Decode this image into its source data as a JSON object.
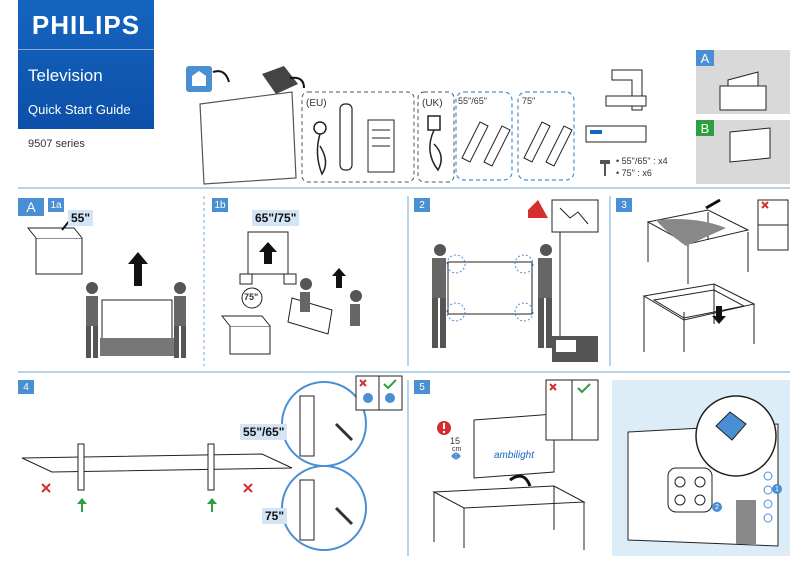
{
  "brand": {
    "logo": "PHILIPS",
    "product": "Television",
    "guide": "Quick Start Guide",
    "series": "9507 series"
  },
  "contents": {
    "region_eu": "(EU)",
    "region_uk": "(UK)",
    "stand_55_65": "55\"/65\"",
    "stand_75": "75\"",
    "screws_55_65": "• 55\"/65\" : x4",
    "screws_75": "• 75\" : x6"
  },
  "options": {
    "a": "A",
    "b": "B"
  },
  "steps": {
    "a_label": "A",
    "s1a": "1a",
    "s1a_size": "55\"",
    "s1b": "1b",
    "s1b_size": "65\"/75\"",
    "s1b_inset": "75\"",
    "s2": "2",
    "s3": "3",
    "s4": "4",
    "s4_size_a": "55\"/65\"",
    "s4_size_b": "75\"",
    "s5": "5",
    "s5_distance": "15",
    "s5_unit": "cm",
    "ambilight": "ambilight",
    "badge_1": "1",
    "badge_2": "2"
  },
  "colors": {
    "philips_blue": "#0d4fa8",
    "step_blue": "#4a8fd4",
    "light_blue": "#dcedf8",
    "warning_red": "#d32f2f",
    "ok_green": "#2e9e3e"
  }
}
